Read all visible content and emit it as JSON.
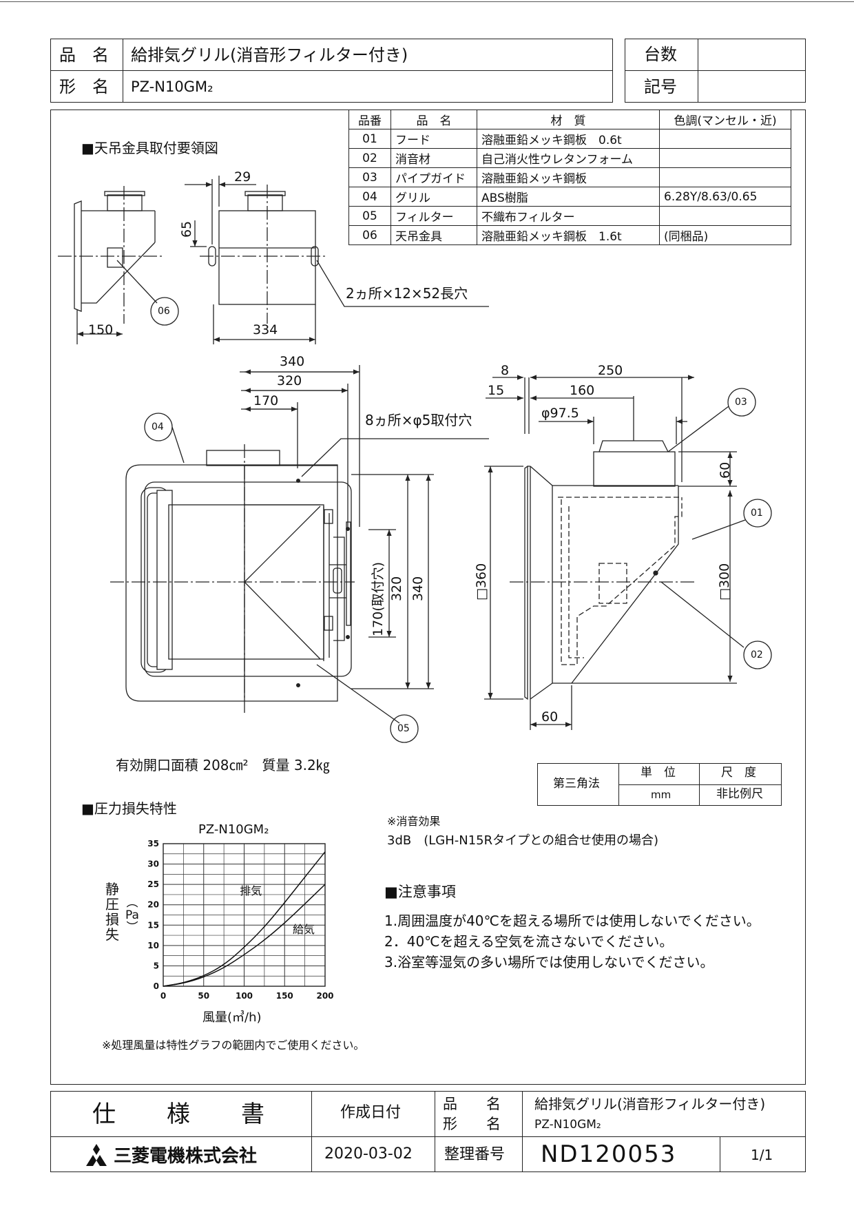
{
  "header": {
    "name_label": "品　名",
    "name_value": "給排気グリル(消音形フィルター付き)",
    "model_label": "形　名",
    "model_value": "PZ-N10GM₂",
    "qty_label": "台数",
    "mark_label": "記号"
  },
  "parts_table": {
    "columns": [
      "品番",
      "品　名",
      "材　質",
      "色調(マンセル・近)"
    ],
    "rows": [
      [
        "01",
        "フード",
        "溶融亜鉛メッキ鋼板　0.6t",
        ""
      ],
      [
        "02",
        "消音材",
        "自己消火性ウレタンフォーム",
        ""
      ],
      [
        "03",
        "パイプガイド",
        "溶融亜鉛メッキ鋼板",
        ""
      ],
      [
        "04",
        "グリル",
        "ABS樹脂",
        "6.28Y/8.63/0.65"
      ],
      [
        "05",
        "フィルター",
        "不織布フィルター",
        ""
      ],
      [
        "06",
        "天吊金具",
        "溶融亜鉛メッキ鋼板　1.6t",
        "(同梱品)"
      ]
    ]
  },
  "drawing": {
    "ceiling_title": "■天吊金具取付要領図",
    "dims": {
      "d29": "29",
      "d65": "65",
      "d150": "150",
      "d334": "334",
      "slot_note": "2ヵ所×12×52長穴",
      "d340": "340",
      "d320": "320",
      "d170": "170",
      "hole_note": "8ヵ所×φ5取付穴",
      "v170": "170(取付穴)",
      "v320": "320",
      "v340": "340",
      "d8": "8",
      "d250": "250",
      "d15": "15",
      "d160": "160",
      "phi": "φ97.5",
      "d60top": "60",
      "sq360": "□360",
      "sq300": "□300",
      "d60bottom": "60"
    },
    "balloons": [
      "01",
      "02",
      "03",
      "04",
      "05",
      "06",
      "06"
    ],
    "opening_area": "有効開口面積 208㎝²　質量 3.2㎏"
  },
  "projection": {
    "method": "第三角法",
    "unit_label": "単　位",
    "unit": "mm",
    "scale_label": "尺　度",
    "scale": "非比例尺"
  },
  "pressure_section": {
    "title": "■圧力損失特性",
    "note": "※処理風量は特性グラフの範囲内でご使用ください。"
  },
  "chart_data": {
    "type": "line",
    "title": "PZ-N10GM₂",
    "xlabel": "風量(㎥/h)",
    "ylabel": "静圧損失(Pa)",
    "xlim": [
      0,
      200
    ],
    "ylim": [
      0,
      35
    ],
    "xticks": [
      0,
      50,
      100,
      150,
      200
    ],
    "yticks": [
      0,
      5,
      10,
      15,
      20,
      25,
      30,
      35
    ],
    "grid": true,
    "series": [
      {
        "name": "排気",
        "x": [
          0,
          25,
          50,
          75,
          100,
          125,
          150,
          175,
          200
        ],
        "y": [
          0,
          0.8,
          2.5,
          5.2,
          9.5,
          14.5,
          20.5,
          26.8,
          33
        ]
      },
      {
        "name": "給気",
        "x": [
          0,
          25,
          50,
          75,
          100,
          125,
          150,
          175,
          200
        ],
        "y": [
          0,
          0.7,
          2.2,
          4.5,
          7.7,
          11.3,
          15.5,
          20.2,
          25
        ]
      }
    ]
  },
  "silencing": {
    "title": "※消音効果",
    "value": "3dB　(LGH-N15Rタイプとの組合せ使用の場合)"
  },
  "cautions": {
    "title": "■注意事項",
    "items": [
      "1.周囲温度が40℃を超える場所では使用しないでください。",
      "2．40℃を超える空気を流さないでください。",
      "3.浴室等湿気の多い場所では使用しないでください。"
    ]
  },
  "footer": {
    "doc_type": "仕　　様　　書",
    "date_label": "作成日付",
    "date": "2020-03-02",
    "name_label": "品　　名",
    "model_label": "形　　名",
    "name_value": "給排気グリル(消音形フィルター付き)",
    "model_value": "PZ-N10GM₂",
    "company": "三菱電機株式会社",
    "ref_label": "整理番号",
    "ref_number": "ND120053",
    "page": "1/1"
  }
}
